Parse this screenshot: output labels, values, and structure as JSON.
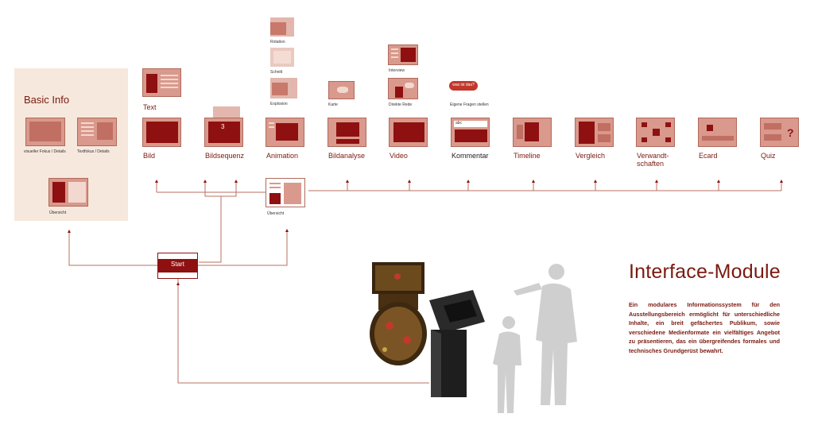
{
  "basic_info": {
    "title": "Basic Info",
    "labels": [
      "visueller Fokus / Details",
      "Textfokus / Details",
      "Übersicht"
    ]
  },
  "text_module": {
    "label": "Text"
  },
  "modules": [
    {
      "label": "Bild"
    },
    {
      "label": "Bildsequenz",
      "badge": "3"
    },
    {
      "label": "Animation"
    },
    {
      "label": "Bildanalyse"
    },
    {
      "label": "Video"
    },
    {
      "label": "Kommentar",
      "field_text": "abc"
    },
    {
      "label": "Timeline"
    },
    {
      "label": "Vergleich"
    },
    {
      "label": "Verwandt-\nschaften"
    },
    {
      "label": "Ecard"
    },
    {
      "label": "Quiz",
      "mark": "?"
    }
  ],
  "animation_types": [
    "Rotation",
    "Schnitt",
    "Explosion"
  ],
  "submodules": {
    "karte": "Karte",
    "interview": "Interview",
    "direkte_rede": "Direkte Rede",
    "eigene_fragen": "Eigene Fragen stellen",
    "bubble_text": "was ist das?"
  },
  "overview_label": "Übersicht",
  "start_label": "Start",
  "heading": "Interface-Module",
  "description": "Ein modulares Informationssystem für den Ausstellungsbereich ermöglicht für unterschiedliche Inhalte, ein breit gefächertes Publikum, sowie verschiedene Medienformate ein vielfältiges Angebot zu präsentieren, das ein übergreifendes formales und technisches Grundgerüst bewahrt.",
  "colors": {
    "accent": "#8f1010",
    "thumb": "#d9998c",
    "panel": "#f6e8dc",
    "line": "#b87060"
  }
}
